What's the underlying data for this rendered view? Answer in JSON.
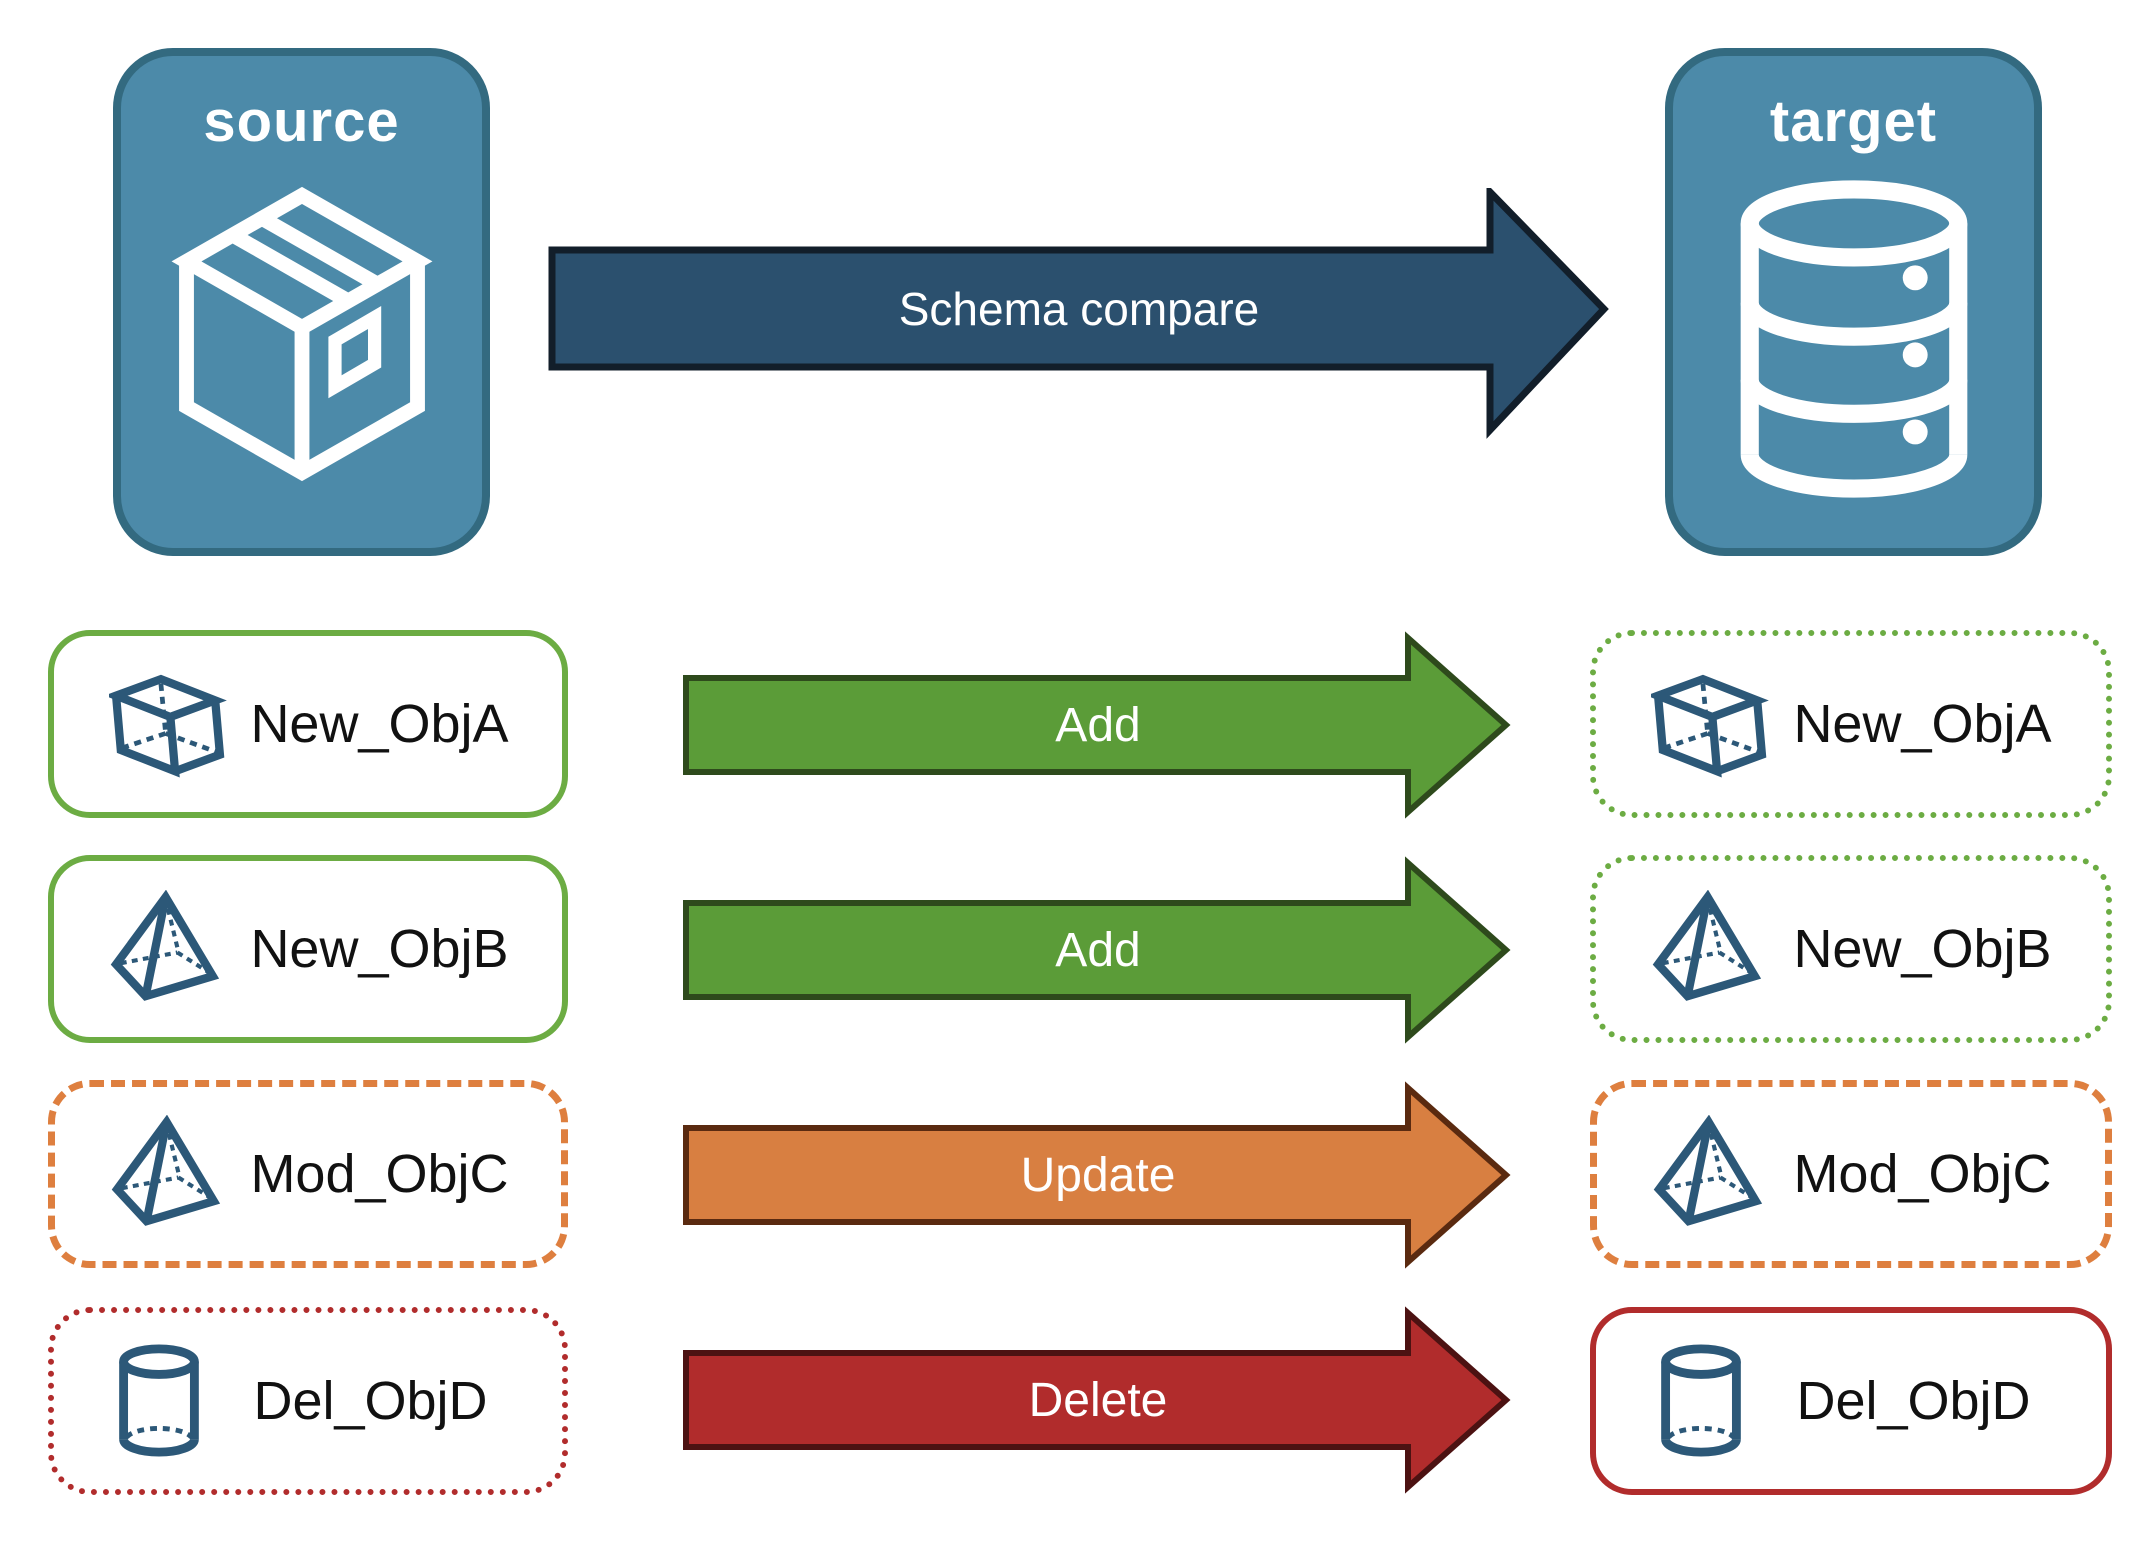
{
  "diagram": {
    "source": {
      "label": "source",
      "icon": "package-icon"
    },
    "target": {
      "label": "target",
      "icon": "database-icon"
    },
    "compare_arrow": {
      "label": "Schema compare"
    }
  },
  "rows": [
    {
      "name": "New_ObjA",
      "action": "Add",
      "icon": "cube-icon",
      "source_style": "solid-green",
      "target_style": "dotted-green"
    },
    {
      "name": "New_ObjB",
      "action": "Add",
      "icon": "pyramid-icon",
      "source_style": "solid-green",
      "target_style": "dotted-green"
    },
    {
      "name": "Mod_ObjC",
      "action": "Update",
      "icon": "pyramid-icon",
      "source_style": "dashed-orange",
      "target_style": "dashed-orange"
    },
    {
      "name": "Del_ObjD",
      "action": "Delete",
      "icon": "cylinder-icon",
      "source_style": "dotted-red",
      "target_style": "solid-red"
    }
  ],
  "colors": {
    "panel_blue": "#4c8aa9",
    "panel_blue_border": "#336a80",
    "compare_arrow_fill": "#2b506e",
    "add_green": "#5b9c38",
    "update_orange": "#d87f41",
    "delete_red": "#b12c2c",
    "outline_green": "#6cac43",
    "outline_orange": "#de7f3f",
    "outline_red": "#b12c2c",
    "icon_blue": "#2c5878"
  }
}
